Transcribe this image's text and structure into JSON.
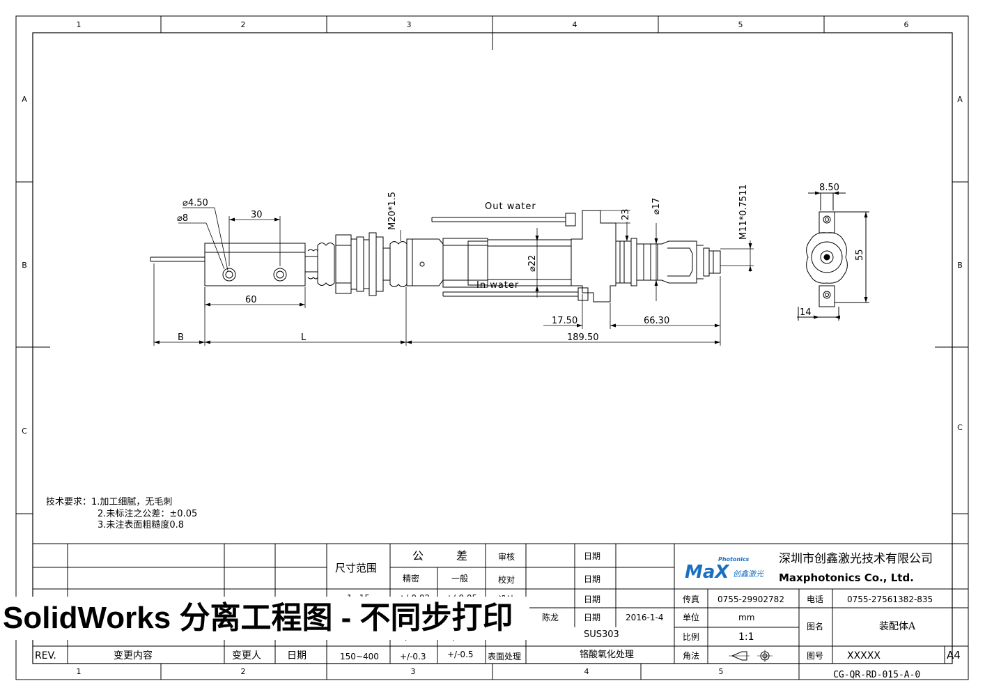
{
  "zones": {
    "cols": [
      "1",
      "2",
      "3",
      "4",
      "5",
      "6"
    ],
    "rows": [
      "A",
      "B",
      "C"
    ],
    "bottom_cols": [
      "1",
      "2",
      "3",
      "4",
      "5"
    ]
  },
  "dims": {
    "d450": "⌀4.50",
    "d8": "⌀8",
    "d30": "30",
    "m20": "M20*1.5",
    "out_water": "Out water",
    "in_water": "In water",
    "d22": "⌀22",
    "d23": "23",
    "d17": "⌀17",
    "m11": "M11*0.7511",
    "d60": "60",
    "B": "B",
    "L": "L",
    "d1750": "17.50",
    "d6630": "66.30",
    "d18950": "189.50",
    "d850": "8.50",
    "d55": "55",
    "d14": "14"
  },
  "notes": {
    "head": "技术要求：1.加工细腻，无毛刺",
    "line2": "2.未标注之公差：±0.05",
    "line3": "3.未注表面粗糙度0.8"
  },
  "title_block": {
    "tol_header": "尺寸范围",
    "tol_gong": "公",
    "tol_cha": "差",
    "tol_precise": "精密",
    "tol_general": "一般",
    "tol_rows": [
      {
        "range": "1~15",
        "precise": "+/-0.02",
        "general": "+/-0.05"
      },
      {
        "range": "30~150",
        "precise": "+/-0.15",
        "general": "+/-0.25"
      },
      {
        "range": "150~400",
        "precise": "+/-0.3",
        "general": "+/-0.5"
      }
    ],
    "review": "审核",
    "check": "校对",
    "design": "设计",
    "material": "材料",
    "surface": "表面处理",
    "date_label": "日期",
    "designer": "陈龙",
    "design_date": "2016-1-4",
    "material_value": "SUS303",
    "surface_value": "铬酸氧化处理",
    "rev": "REV.",
    "change_content": "变更内容",
    "changer": "变更人",
    "change_date": "日期",
    "logo_small": "Photonics",
    "logo_main": "MaX",
    "logo_cn": "创鑫激光",
    "company_cn": "深圳市创鑫激光技术有限公司",
    "company_en": "Maxphotonics Co., Ltd.",
    "fax_label": "传真",
    "fax": "0755-29902782",
    "tel_label": "电话",
    "tel": "0755-27561382-835",
    "unit_label": "单位",
    "unit": "mm",
    "scale_label": "比例",
    "scale": "1:1",
    "angle_label": "角法",
    "name_label": "图名",
    "name": "装配体A",
    "number_label": "图号",
    "number": "XXXXX",
    "sheet_size": "A4",
    "drawing_code": "CG-QR-RD-015-A-0"
  },
  "watermark": "SolidWorks 分离工程图 - 不同步打印"
}
